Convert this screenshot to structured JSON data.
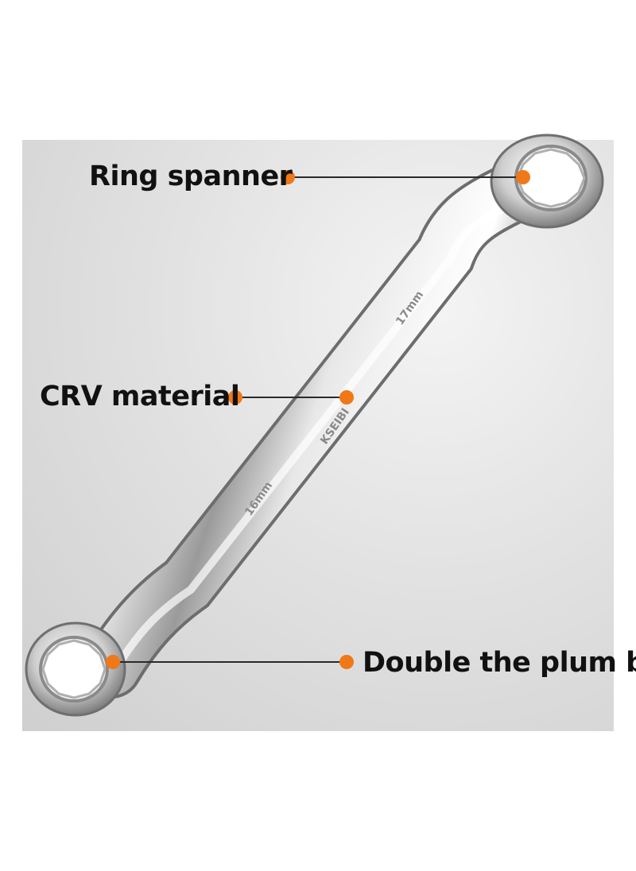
{
  "callouts": {
    "ring_spanner": "Ring spanner",
    "crv_material": "CRV material",
    "double_plum": "Double the plum b"
  },
  "engraving": {
    "size_large": "17mm",
    "size_small": "16mm",
    "brand": "KSEIBI"
  },
  "colors": {
    "accent_dot": "#f07818",
    "background": "#dcdcdc"
  }
}
